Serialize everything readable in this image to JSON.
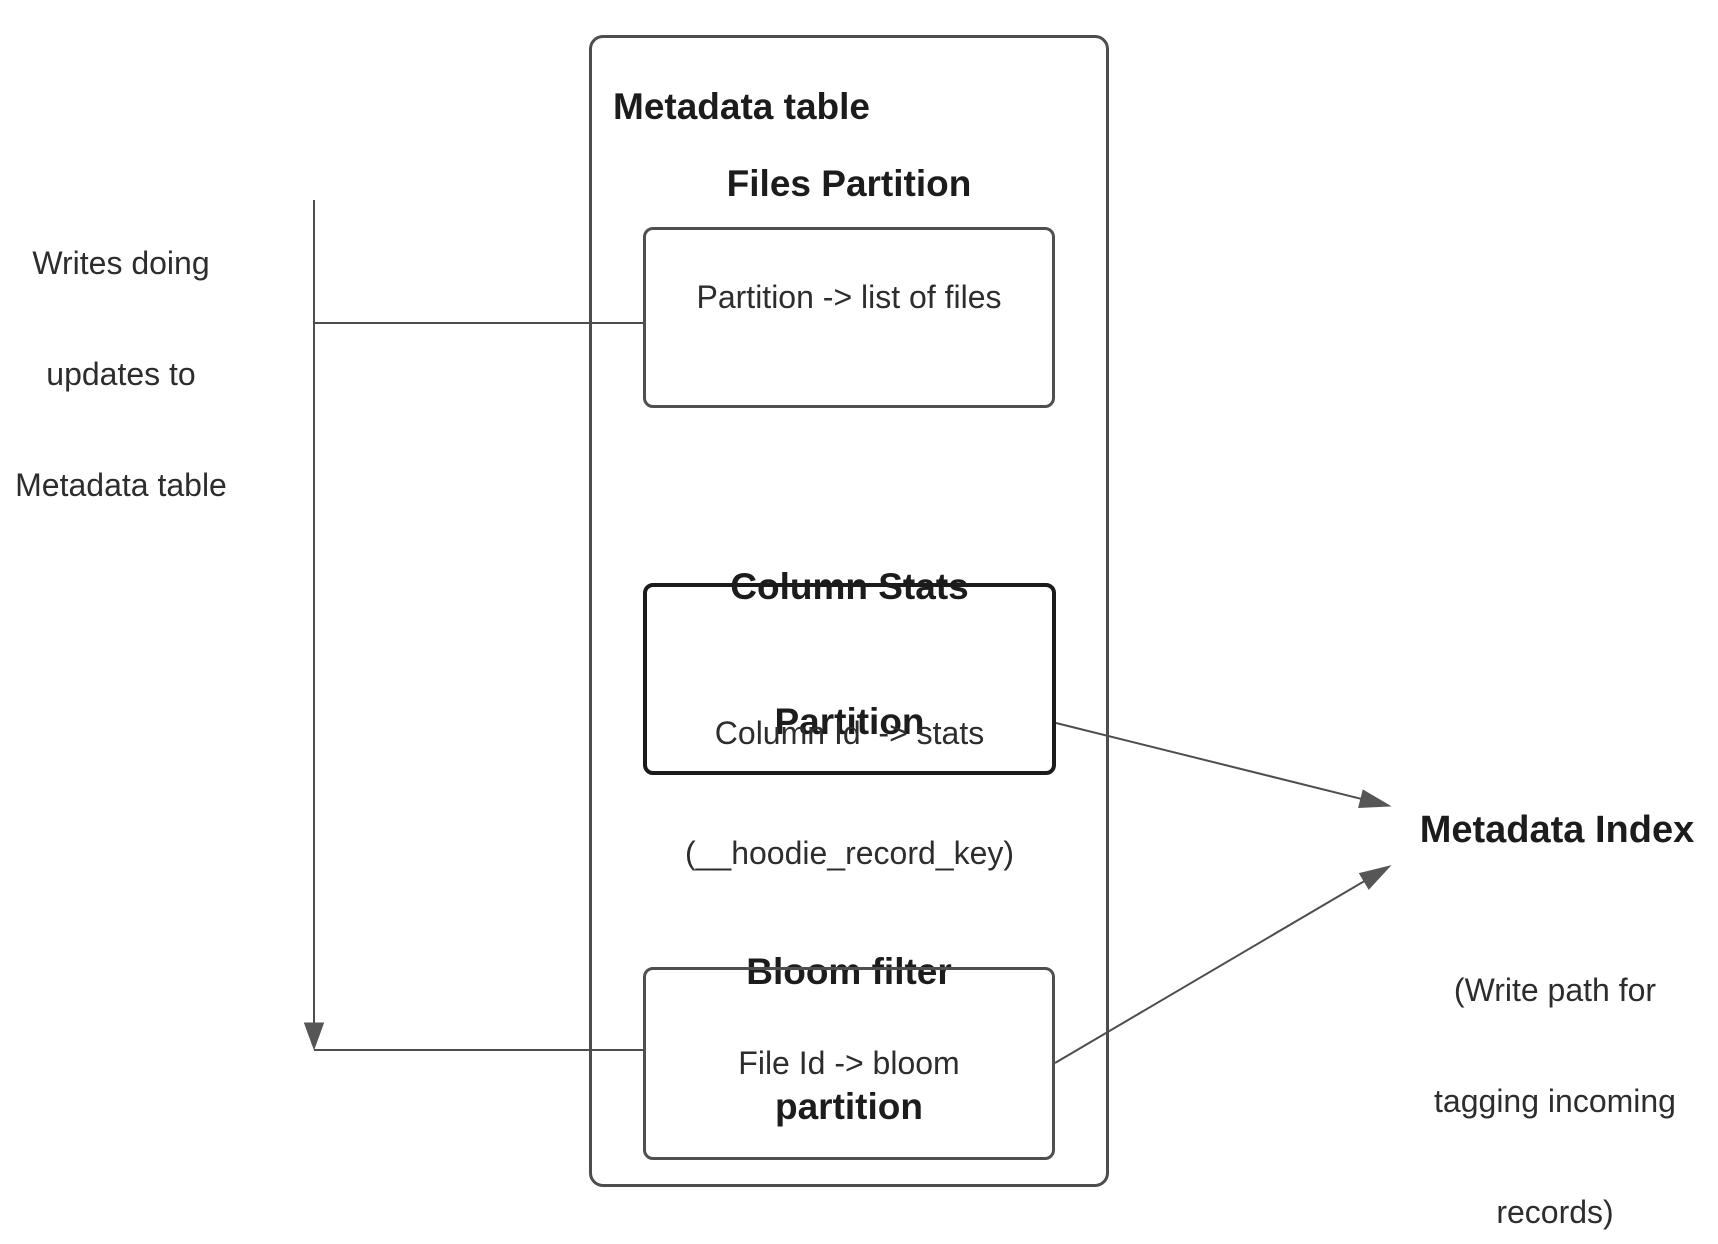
{
  "colors": {
    "background": "#ffffff",
    "line": "#4d4d4d",
    "box_border": "#4f4f4f",
    "emphasis_border": "#1b1b1b",
    "arrow_fill": "#565656",
    "text": "#2d2d2d",
    "heading_text": "#1c1c1c"
  },
  "left_note": {
    "lines": [
      "Writes doing",
      "updates to",
      "Metadata table"
    ]
  },
  "metadata_table": {
    "title": "Metadata table",
    "files_partition": {
      "heading": "Files Partition",
      "value": "Partition -> list of files"
    },
    "column_stats_partition": {
      "heading_lines": [
        "Column Stats",
        "Partition"
      ],
      "value_lines": [
        "Column Id  -> stats",
        "(__hoodie_record_key)"
      ]
    },
    "bloom_filter_partition": {
      "heading_lines": [
        "Bloom filter",
        "partition"
      ],
      "value": "File Id -> bloom"
    }
  },
  "metadata_index": {
    "title": "Metadata Index",
    "caption_lines": [
      "(Write path for",
      "tagging incoming",
      "records)"
    ]
  }
}
